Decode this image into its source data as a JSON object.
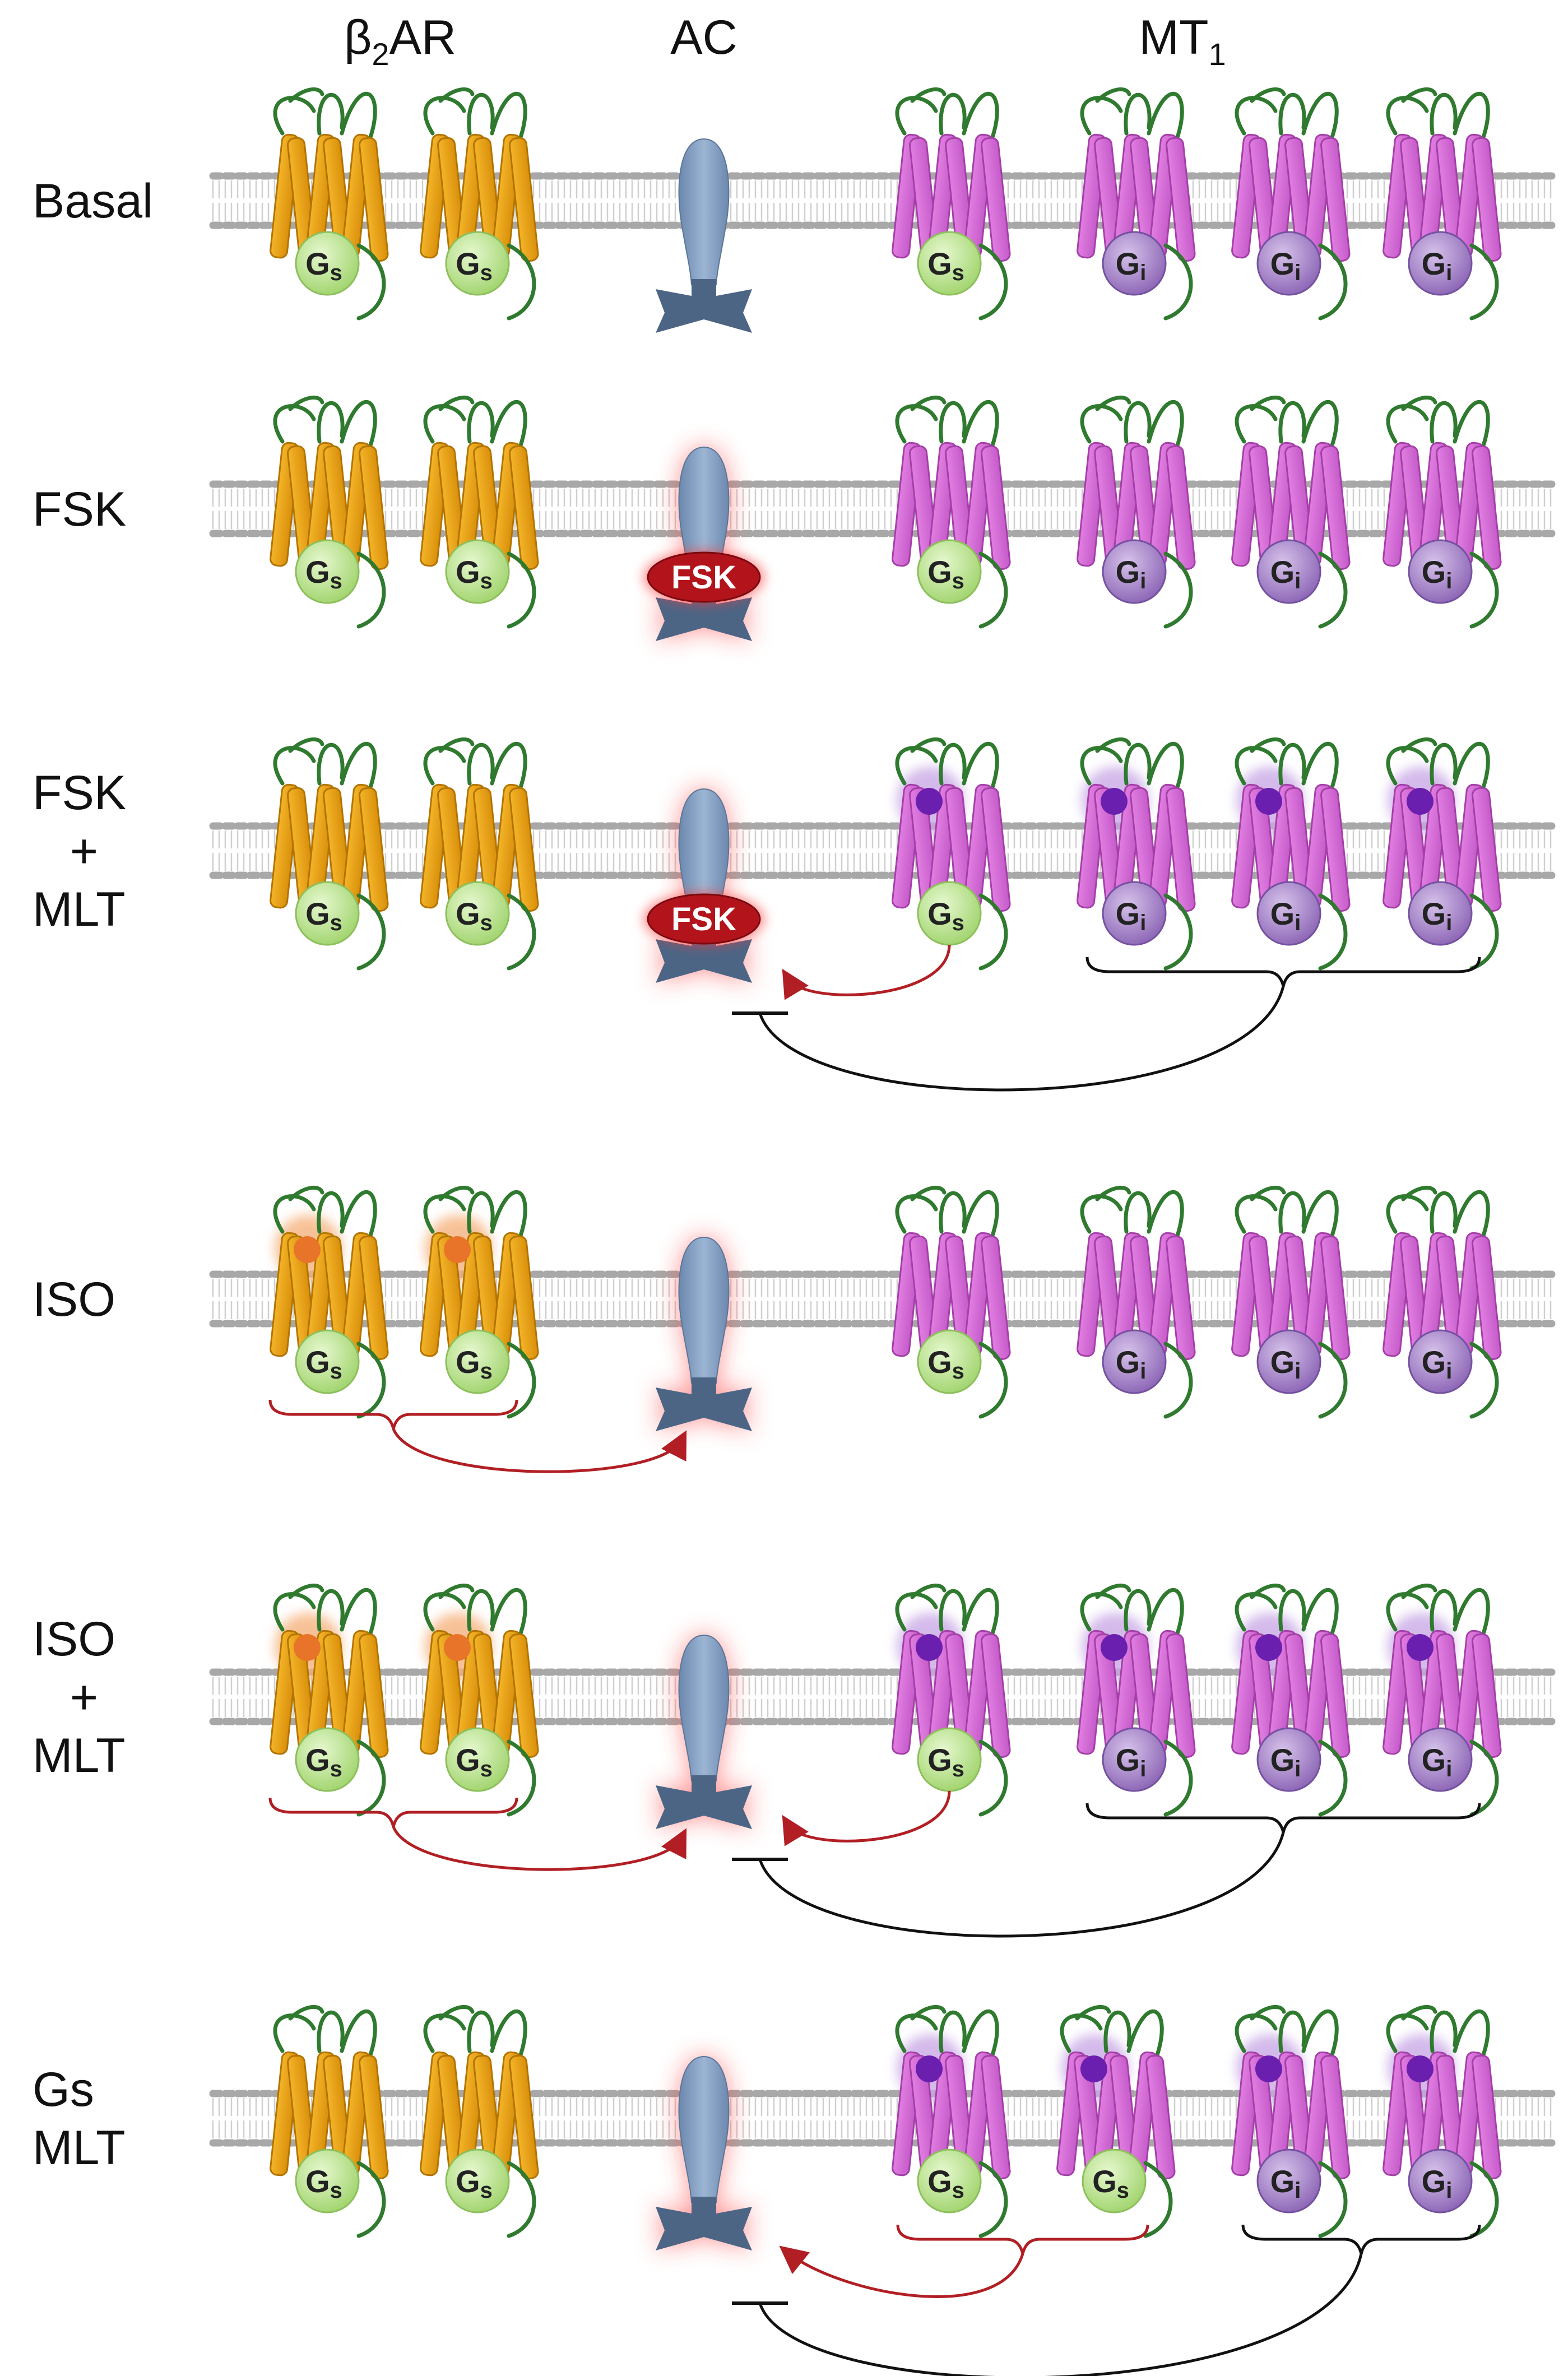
{
  "headers": {
    "b2ar_beta": "β",
    "b2ar_sub": "2",
    "b2ar_rest": "AR",
    "ac": "AC",
    "mt1_main": "MT",
    "mt1_sub": "1"
  },
  "labels": {
    "gs_main": "G",
    "gs_sub": "s",
    "gi_main": "G",
    "gi_sub": "i",
    "fsk": "FSK"
  },
  "rows": [
    {
      "id": "basal",
      "label_lines": [
        "Basal"
      ],
      "b2ar_agonist": false,
      "ac_active": false,
      "fsk_bound": false,
      "mt1": [
        "Gs",
        "Gi",
        "Gi",
        "Gi"
      ],
      "mlt_bound": false,
      "b2ar_stimulates_ac": false,
      "gs_mt1_stimulates_ac": false,
      "gi_inhibits_ac": false
    },
    {
      "id": "fsk",
      "label_lines": [
        "FSK"
      ],
      "b2ar_agonist": false,
      "ac_active": true,
      "fsk_bound": true,
      "mt1": [
        "Gs",
        "Gi",
        "Gi",
        "Gi"
      ],
      "mlt_bound": false,
      "b2ar_stimulates_ac": false,
      "gs_mt1_stimulates_ac": false,
      "gi_inhibits_ac": false
    },
    {
      "id": "fsk-mlt",
      "label_lines": [
        "FSK",
        "+",
        "MLT"
      ],
      "b2ar_agonist": false,
      "ac_active": true,
      "fsk_bound": true,
      "mt1": [
        "Gs",
        "Gi",
        "Gi",
        "Gi"
      ],
      "mlt_bound": true,
      "b2ar_stimulates_ac": false,
      "gs_mt1_stimulates_ac": true,
      "gi_inhibits_ac": true
    },
    {
      "id": "iso",
      "label_lines": [
        "ISO"
      ],
      "b2ar_agonist": true,
      "ac_active": true,
      "fsk_bound": false,
      "mt1": [
        "Gs",
        "Gi",
        "Gi",
        "Gi"
      ],
      "mlt_bound": false,
      "b2ar_stimulates_ac": true,
      "gs_mt1_stimulates_ac": false,
      "gi_inhibits_ac": false
    },
    {
      "id": "iso-mlt",
      "label_lines": [
        "ISO",
        "+",
        "MLT"
      ],
      "b2ar_agonist": true,
      "ac_active": true,
      "fsk_bound": false,
      "mt1": [
        "Gs",
        "Gi",
        "Gi",
        "Gi"
      ],
      "mlt_bound": true,
      "b2ar_stimulates_ac": true,
      "gs_mt1_stimulates_ac": true,
      "gi_inhibits_ac": true
    },
    {
      "id": "gs-mlt",
      "label_lines": [
        "Gs",
        "MLT"
      ],
      "b2ar_agonist": false,
      "ac_active": true,
      "fsk_bound": false,
      "mt1": [
        "Gs",
        "Gs",
        "Gi",
        "Gi"
      ],
      "mlt_bound": true,
      "b2ar_stimulates_ac": false,
      "gs_mt1_stimulates_ac": true,
      "gi_inhibits_ac": true
    }
  ],
  "colors": {
    "b2ar": "#e8a317",
    "b2ar_dark": "#b27400",
    "mt1": "#d66ad6",
    "mt1_dark": "#a43fa8",
    "loop": "#2f7a2f",
    "gs": "#c2e89a",
    "gi": "#a985cc",
    "ac": "#7f9cc0",
    "ac_dark": "#4d6585",
    "glow": "#ff3a3a",
    "fsk": "#b3141b",
    "agonist_iso": "#e8742a",
    "agonist_mlt": "#6a1fae",
    "stimulate": "#b11f24",
    "inhibit": "#111111",
    "membrane": "#a8a8a8"
  }
}
